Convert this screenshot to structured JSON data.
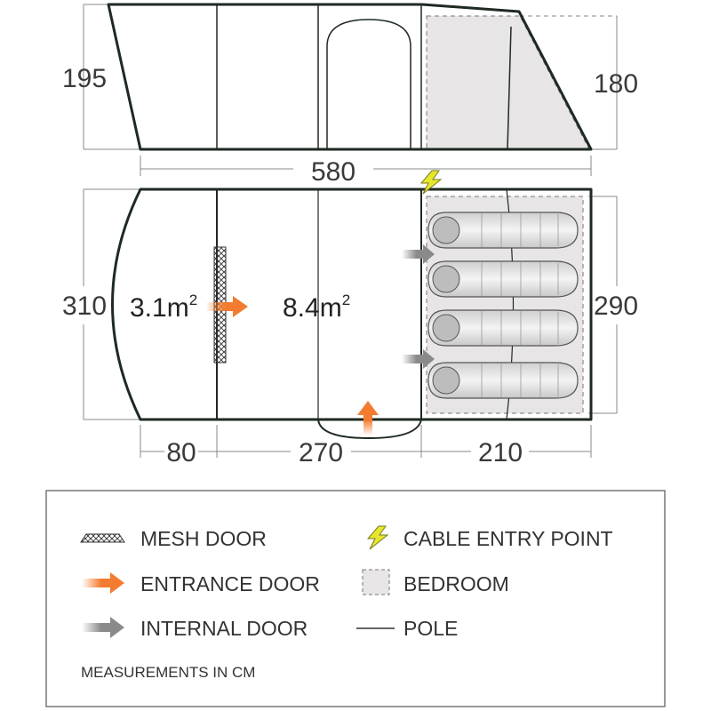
{
  "side_view": {
    "height_left": "195",
    "height_right": "180",
    "length": "580"
  },
  "floor_plan": {
    "width_left": "310",
    "width_right": "290",
    "area_porch": "3.1m",
    "area_porch_sup": "2",
    "area_living": "8.4m",
    "area_living_sup": "2",
    "len_porch": "80",
    "len_living": "270",
    "len_bedroom": "210",
    "berths": 4
  },
  "legend": {
    "items": [
      {
        "icon": "mesh-door-icon",
        "label": "MESH DOOR"
      },
      {
        "icon": "entrance-door-arrow-icon",
        "label": "ENTRANCE DOOR",
        "color": "#f47c30"
      },
      {
        "icon": "internal-door-arrow-icon",
        "label": "INTERNAL DOOR",
        "color": "#8a8a8a"
      },
      {
        "icon": "lightning-bolt-icon",
        "label": "CABLE ENTRY POINT",
        "color": "#e6e62e"
      },
      {
        "icon": "bedroom-square-icon",
        "label": "BEDROOM",
        "color": "#e8e5e6"
      },
      {
        "icon": "pole-line-icon",
        "label": "POLE"
      }
    ],
    "note": "MEASUREMENTS IN CM"
  },
  "colors": {
    "outline": "#1e2a22",
    "dimension": "#888888",
    "bedroom_fill": "#e8e5e6",
    "entrance_arrow": "#f47c30",
    "internal_arrow": "#8a8a8a",
    "bolt": "#e6e62e"
  }
}
